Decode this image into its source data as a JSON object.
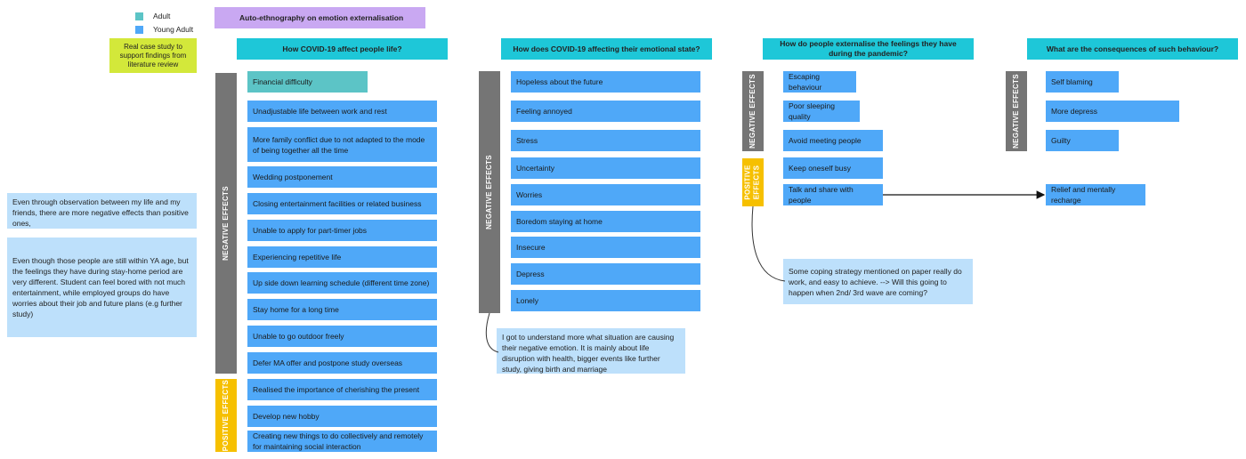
{
  "legend": [
    {
      "label": "Adult",
      "color": "#5cc4c6"
    },
    {
      "label": "Young Adult",
      "color": "#4fa8f8"
    }
  ],
  "title": "Auto-ethnography on emotion externalisation",
  "case_note": "Real case study to support findings from literature review",
  "side_notes": [
    "Even through observation between my life and my friends, there are more negative effects than positive ones,",
    "Even though those people are still within YA age, but the feelings they have during stay-home period are very different. Student can feel bored with not much entertainment, while employed groups do have worries about their job and future plans (e.g further study)"
  ],
  "columns": [
    {
      "header": "How COVID-19 affect people life?",
      "negative_label": "NEGATIVE EFFECTS",
      "positive_label": "POSITIVE EFFECTS",
      "negative_items": [
        "Financial difficulty",
        "Unadjustable life between work and rest",
        "More family conflict due to not adapted to the mode of being together all the time",
        "Wedding postponement",
        "Closing entertainment facilities or related business",
        "Unable to apply for part-timer jobs",
        "Experiencing repetitive life",
        "Up side down learning schedule (different time zone)",
        "Stay home for a long time",
        "Unable to go outdoor freely",
        "Defer MA offer and postpone study overseas"
      ],
      "positive_items": [
        "Realised the importance of cherishing the present",
        "Develop new hobby",
        "Creating new things to do collectively and remotely for maintaining social interaction"
      ]
    },
    {
      "header": "How does COVID-19 affecting their emotional state?",
      "negative_label": "NEGATIVE EFFECTS",
      "negative_items": [
        "Hopeless about the future",
        "Feeling annoyed",
        "Stress",
        "Uncertainty",
        "Worries",
        "Boredom staying at home",
        "Insecure",
        "Depress",
        "Lonely"
      ],
      "note": "I got to understand more what situation are causing their negative emotion. It is mainly about life disruption with health, bigger events like further study, giving birth and marriage"
    },
    {
      "header": "How do people externalise the feelings they have during the pandemic?",
      "negative_label": "NEGATIVE EFFECTS",
      "positive_label": "POSITIVE EFFECTS",
      "negative_items": [
        "Escaping behaviour",
        "Poor sleeping quality",
        "Avoid meeting people"
      ],
      "positive_items": [
        "Keep oneself busy",
        "Talk and share with people"
      ],
      "note": "Some coping strategy mentioned on paper really do work, and easy to achieve. --> Will this going to happen when 2nd/ 3rd wave are coming?"
    },
    {
      "header": "What are the consequences of such behaviour?",
      "negative_label": "NEGATIVE EFFECTS",
      "negative_items": [
        "Self blaming",
        "More depress",
        "Guilty"
      ],
      "positive_items": [
        "Relief and mentally recharge"
      ]
    }
  ]
}
